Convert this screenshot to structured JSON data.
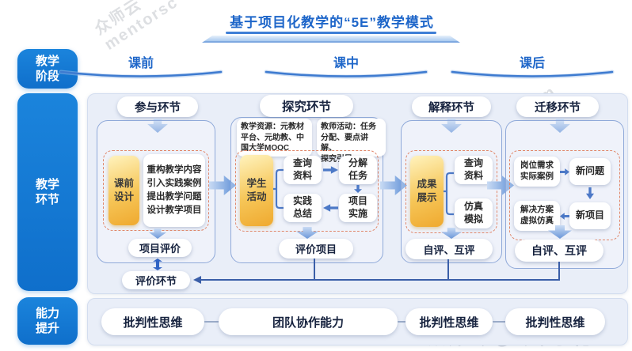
{
  "title": {
    "text": "基于项目化教学的“5E”教学模式"
  },
  "left_labels": {
    "stage": "教学\n阶段",
    "links": "教学\n环节",
    "ability": "能力\n提升"
  },
  "stages": {
    "pre": "课前",
    "mid": "课中",
    "post": "课后"
  },
  "sections": {
    "engage": {
      "header": "参与环节",
      "yellow": "课前\n设计",
      "content": "重构教学内容\n引入实践案例\n提出教学问题\n设计教学项目",
      "pill": "项目评价"
    },
    "explore": {
      "header": "探究环节",
      "callout_resources": "教学资源：元教材\n平台、元助教、中\n国大学MOOC",
      "callout_activity": "教师活动：任务\n分配、要点讲解、\n探究引导",
      "yellow": "学生\n活动",
      "box1": "查询\n资料",
      "box2": "分解\n任务",
      "box3": "实践\n总结",
      "box4": "项目\n实施",
      "pill": "评价项目"
    },
    "explain": {
      "header": "解释环节",
      "yellow": "成果\n展示",
      "box1": "查询\n资料",
      "box2": "仿真\n模拟",
      "pill": "自评、互评"
    },
    "transfer": {
      "header": "迁移环节",
      "box1": "岗位需求\n实际案例",
      "box2": "新问题",
      "box3": "解决方案\n虚拟仿真",
      "box4": "新项目",
      "pill": "自评、互评"
    }
  },
  "evaluation_pill": "评价环节",
  "abilities": [
    "批判性思维",
    "团队协作能力",
    "批判性思维",
    "批判性思维"
  ],
  "watermarks": {
    "topleft": "众师云\nmentorsc",
    "center": "众师云\nmentorsc.com",
    "credit": "众师云 @冷不丁花生"
  },
  "colors": {
    "accent_blue": "#1378D3",
    "title_blue": "#1E66C9",
    "panel_bg": "#E9EEF8",
    "yellow_top": "#FFF3BE",
    "yellow_bottom": "#EFA92F",
    "dashed_border": "#E0876A",
    "arrow_blue": "#5E8FD6",
    "feedback_line": "#3A5EA8",
    "navy_text": "#17233F"
  }
}
